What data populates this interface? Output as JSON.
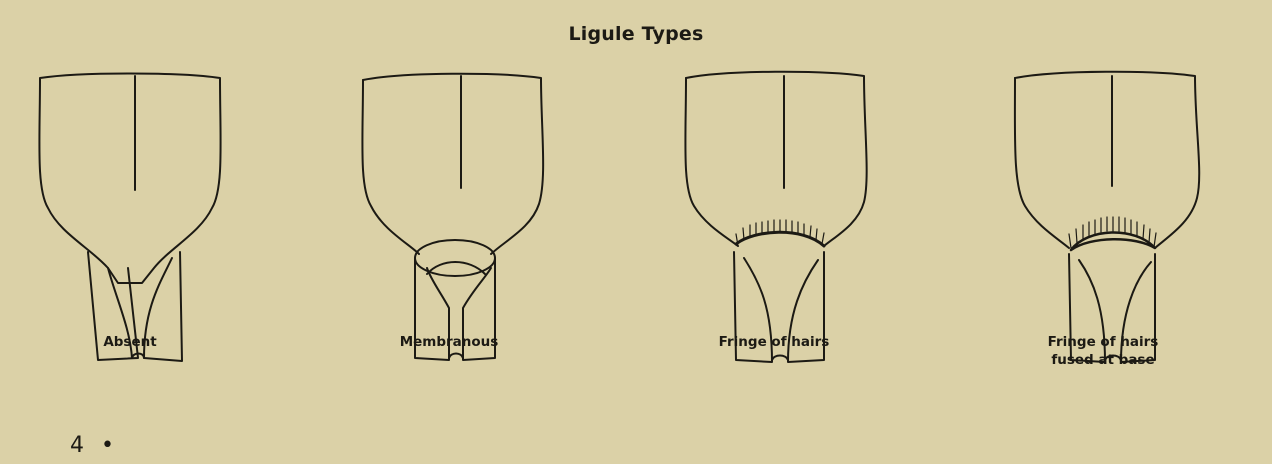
{
  "title": "Ligule Types",
  "figures": [
    {
      "label": "Absent"
    },
    {
      "label": "Membranous"
    },
    {
      "label": "Fringe of hairs"
    },
    {
      "label": "Fringe of hairs fused at base"
    }
  ],
  "page": {
    "number": "4",
    "separator": "•"
  }
}
